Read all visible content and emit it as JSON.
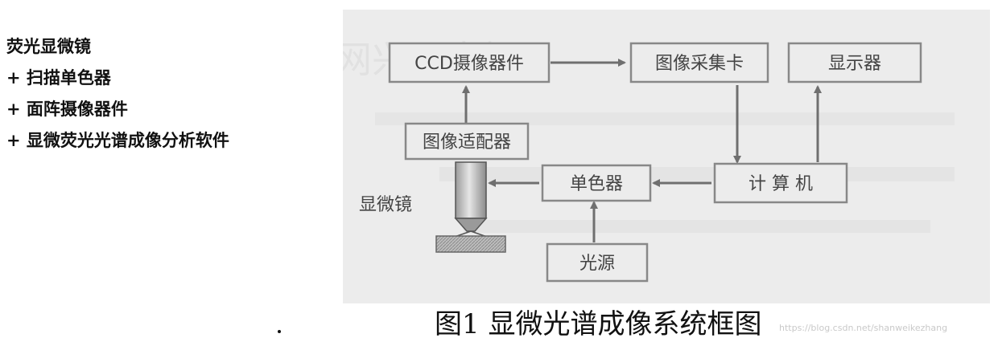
{
  "left_list": {
    "heading": "荧光显微镜",
    "items": [
      "+ 扫描单色器",
      "+ 面阵摄像器件",
      "+ 显微荧光光谱成像分析软件"
    ]
  },
  "diagram": {
    "boxes": {
      "ccd": "CCD摄像器件",
      "capture_card": "图像采集卡",
      "display": "显示器",
      "adapter": "图像适配器",
      "monochromator": "单色器",
      "computer": "计 算 机",
      "light_source": "光源"
    },
    "microscope_label": "显微镜",
    "colors": {
      "box_border": "#888888",
      "arrow": "#6f6f6f",
      "background": "#ececec"
    }
  },
  "caption": "图1 显微光谱成像系统框图",
  "watermark": "https://blog.csdn.net/shanweikezhang"
}
